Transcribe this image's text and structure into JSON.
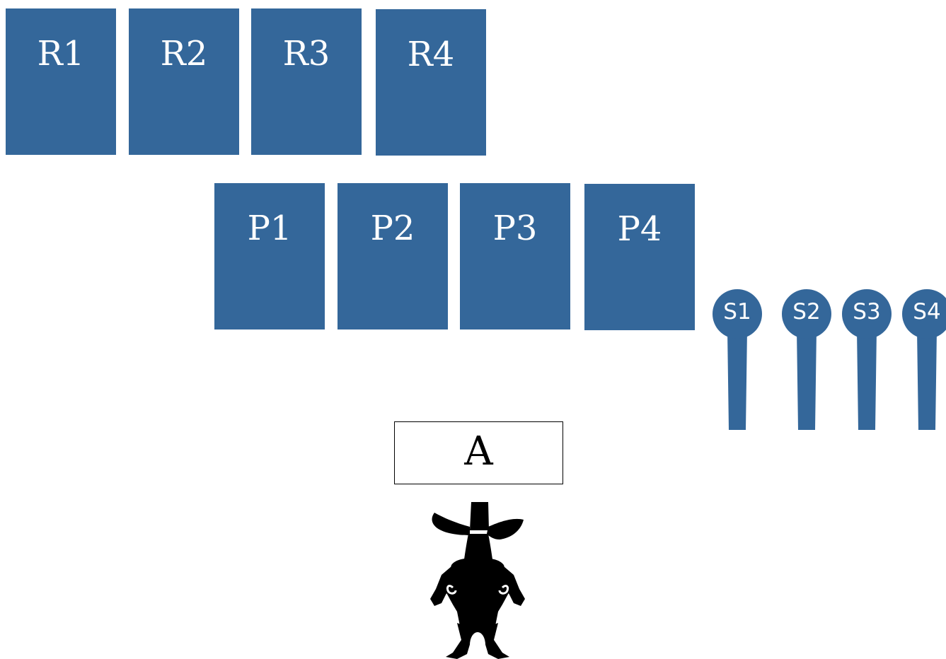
{
  "rows": {
    "r": [
      "R1",
      "R2",
      "R3",
      "R4"
    ],
    "p": [
      "P1",
      "P2",
      "P3",
      "P4"
    ]
  },
  "pins": [
    "S1",
    "S2",
    "S3",
    "S4"
  ],
  "box": "A",
  "colors": {
    "block": "#34679a",
    "text": "#ffffff",
    "outline": "#000000",
    "silhouette": "#000000"
  },
  "icons": {
    "figure": "cowboy-silhouette-icon"
  }
}
